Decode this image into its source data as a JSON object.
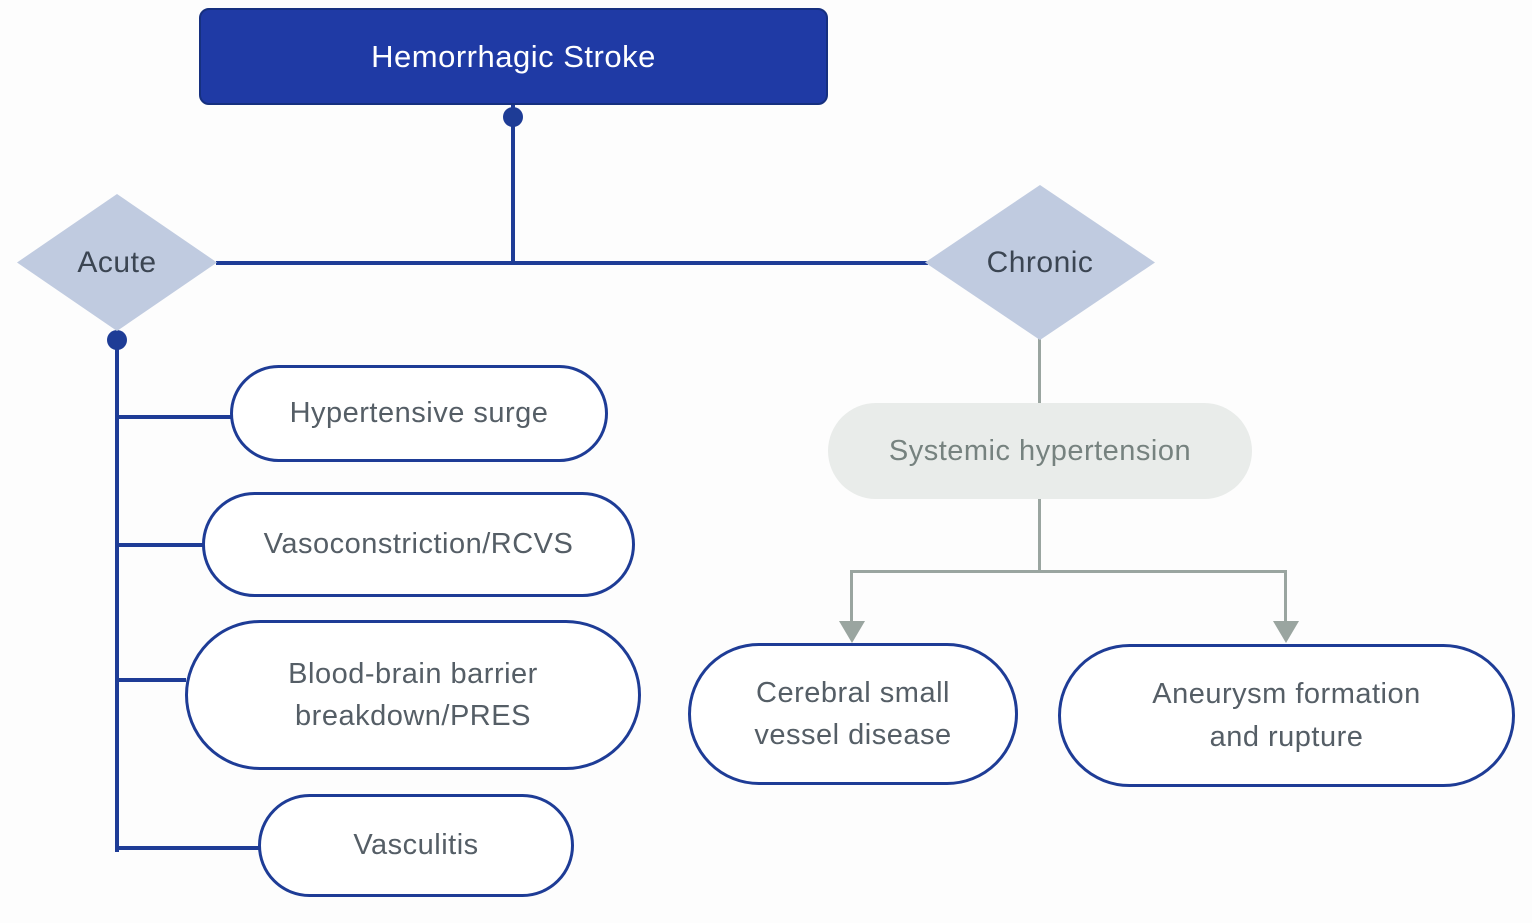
{
  "root": {
    "label": "Hemorrhagic Stroke"
  },
  "acute": {
    "label": "Acute",
    "items": [
      {
        "label": "Hypertensive surge"
      },
      {
        "label": "Vasoconstriction/RCVS"
      },
      {
        "label": "Blood-brain barrier\nbreakdown/PRES"
      },
      {
        "label": "Vasculitis"
      }
    ]
  },
  "chronic": {
    "label": "Chronic",
    "cause": {
      "label": "Systemic hypertension"
    },
    "outcomes": [
      {
        "label": "Cerebral small\nvessel disease"
      },
      {
        "label": "Aneurysm formation\nand rupture"
      }
    ]
  },
  "colors": {
    "root_fill": "#1f3aa5",
    "root_border": "#16307f",
    "root_text": "#ffffff",
    "connector_navy": "#1e3c96",
    "connector_gray": "#9aa5a0",
    "diamond_fill": "#c0cbe0",
    "diamond_text": "#3b4552",
    "pill_border": "#1e3c96",
    "pill_text": "#555e66",
    "cause_fill": "#e9ecea",
    "cause_text": "#76827f"
  }
}
